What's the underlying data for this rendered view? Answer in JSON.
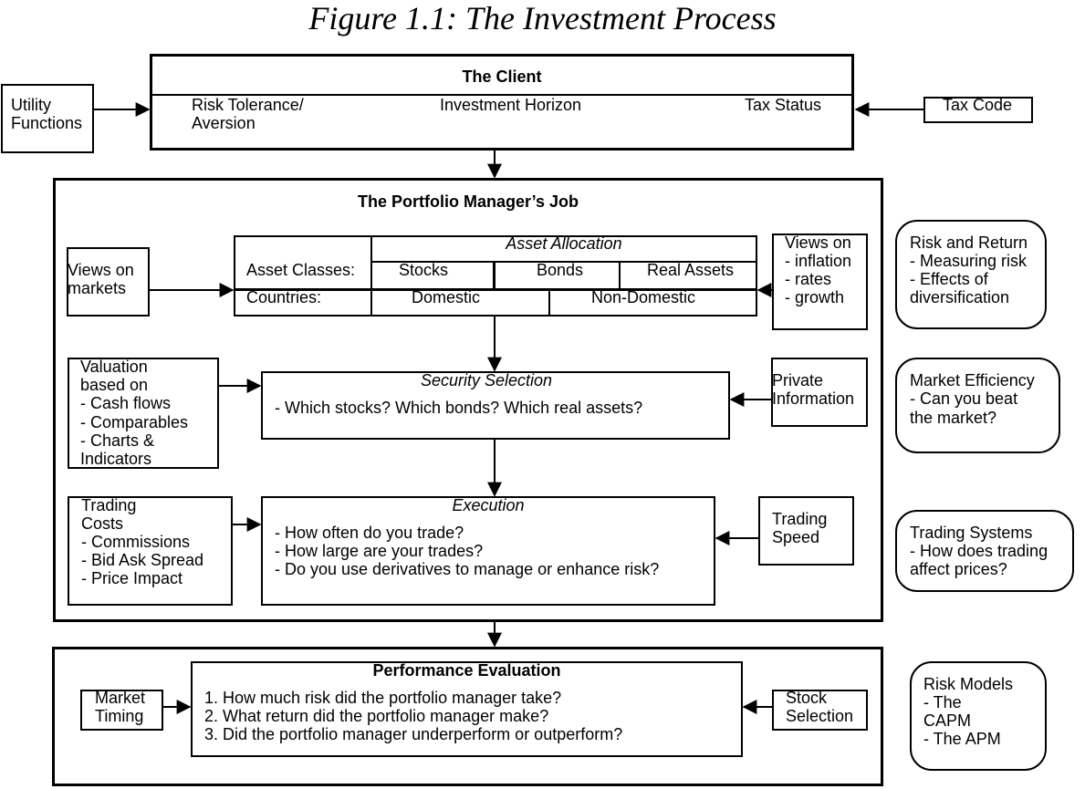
{
  "title": "Figure 1.1: The Investment Process",
  "client": {
    "heading": "The Client",
    "risk_line1": "Risk Tolerance/",
    "risk_line2": "Aversion",
    "horizon": "Investment Horizon",
    "tax_status": "Tax Status"
  },
  "utility": {
    "line1": "Utility",
    "line2": "Functions"
  },
  "tax_code": "Tax Code",
  "pm_job": {
    "heading": "The Portfolio Manager’s Job"
  },
  "views_markets": {
    "line1": "Views on",
    "line2": "markets"
  },
  "asset_allocation": {
    "heading": "Asset Allocation",
    "classes_label": "Asset Classes:",
    "stocks": "Stocks",
    "bonds": "Bonds",
    "real_assets": "Real Assets",
    "countries_label": "Countries:",
    "domestic": "Domestic",
    "non_domestic": "Non-Domestic"
  },
  "views_econ": {
    "line1": "Views on",
    "line2": "- inflation",
    "line3": "- rates",
    "line4": "- growth"
  },
  "valuation": {
    "line1": "Valuation",
    "line2": "based on",
    "line3": "- Cash flows",
    "line4": "- Comparables",
    "line5": "- Charts &",
    "line6": "Indicators"
  },
  "security_selection": {
    "heading": "Security Selection",
    "text": "- Which stocks? Which bonds? Which real assets?"
  },
  "private_info": {
    "line1": "Private",
    "line2": "Information"
  },
  "trading_costs": {
    "line1": "Trading",
    "line2": "Costs",
    "line3": "- Commissions",
    "line4": "- Bid Ask Spread",
    "line5": "- Price Impact"
  },
  "execution": {
    "heading": "Execution",
    "line1": "- How often do you trade?",
    "line2": "- How large are your trades?",
    "line3": "- Do you use derivatives to manage or enhance risk?"
  },
  "trading_speed": {
    "line1": "Trading",
    "line2": "Speed"
  },
  "performance": {
    "heading": "Performance Evaluation",
    "line1": "1. How much risk did the portfolio manager take?",
    "line2": "2. What return did the portfolio manager make?",
    "line3": "3. Did the portfolio manager underperform or outperform?"
  },
  "market_timing": {
    "line1": "Market",
    "line2": "Timing"
  },
  "stock_selection": {
    "line1": "Stock",
    "line2": "Selection"
  },
  "risk_return": {
    "line1": "Risk and Return",
    "line2": "- Measuring risk",
    "line3": "- Effects of",
    "line4": "diversification"
  },
  "market_efficiency": {
    "line1": "Market Efficiency",
    "line2": "- Can you beat",
    "line3": "the market?"
  },
  "trading_systems": {
    "line1": "Trading Systems",
    "line2": "- How does trading",
    "line3": "affect prices?"
  },
  "risk_models": {
    "line1": "Risk Models",
    "line2": "- The",
    "line3": "CAPM",
    "line4": "- The APM"
  }
}
